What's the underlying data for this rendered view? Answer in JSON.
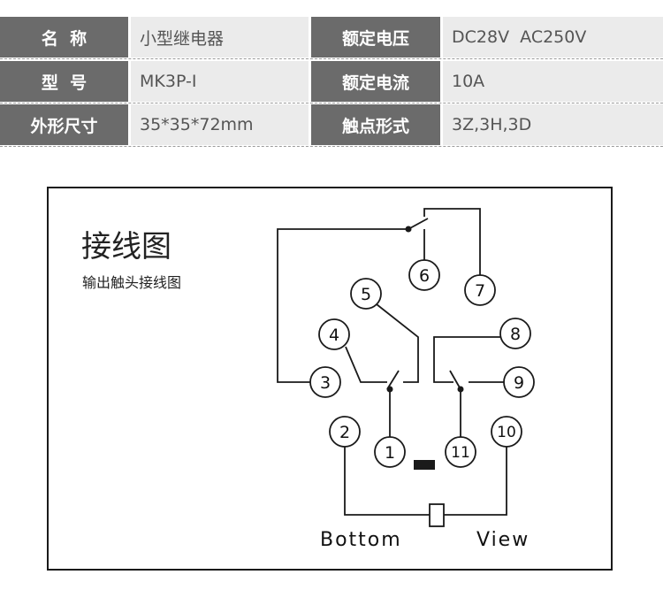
{
  "specs": {
    "name_label": "名  称",
    "name_value": "小型继电器",
    "voltage_label": "额定电压",
    "voltage_value": "DC28V  AC250V",
    "model_label": "型  号",
    "model_value": "MK3P-I",
    "current_label": "额定电流",
    "current_value": "10A",
    "size_label": "外形尺寸",
    "size_value": "35*35*72mm",
    "contact_label": "触点形式",
    "contact_value": "3Z,3H,3D"
  },
  "diagram": {
    "title": "接线图",
    "subtitle": "输出触头接线图",
    "pins": [
      "1",
      "2",
      "3",
      "4",
      "5",
      "6",
      "7",
      "8",
      "9",
      "10",
      "11"
    ],
    "bottom_label": "Bottom",
    "view_label": "View"
  },
  "colors": {
    "label_bg": "#6b6b6b",
    "value_bg": "#ebebeb",
    "line": "#1a1a1a"
  }
}
